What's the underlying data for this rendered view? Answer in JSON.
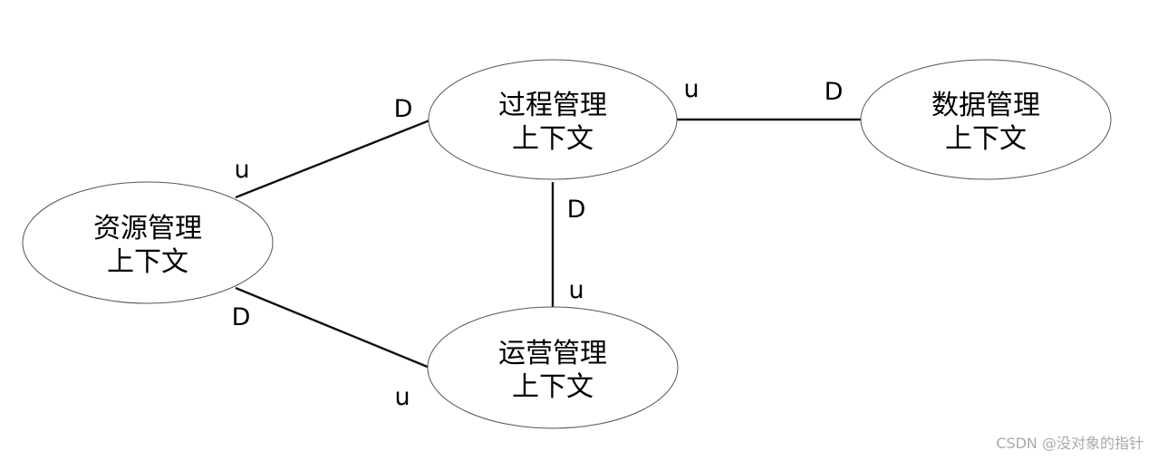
{
  "contexts": {
    "process": {
      "line1": "过程管理",
      "line2": "上下文"
    },
    "data": {
      "line1": "数据管理",
      "line2": "上下文"
    },
    "resource": {
      "line1": "资源管理",
      "line2": "上下文"
    },
    "operation": {
      "line1": "运营管理",
      "line2": "上下文"
    }
  },
  "relations": {
    "process_data": {
      "upstream": "u",
      "downstream": "D"
    },
    "resource_process": {
      "upstream": "u",
      "downstream": "D"
    },
    "process_operation": {
      "downstream": "D",
      "upstream": "u"
    },
    "resource_operation": {
      "downstream": "D",
      "upstream": "u"
    }
  },
  "watermark": "CSDN @没对象的指针"
}
